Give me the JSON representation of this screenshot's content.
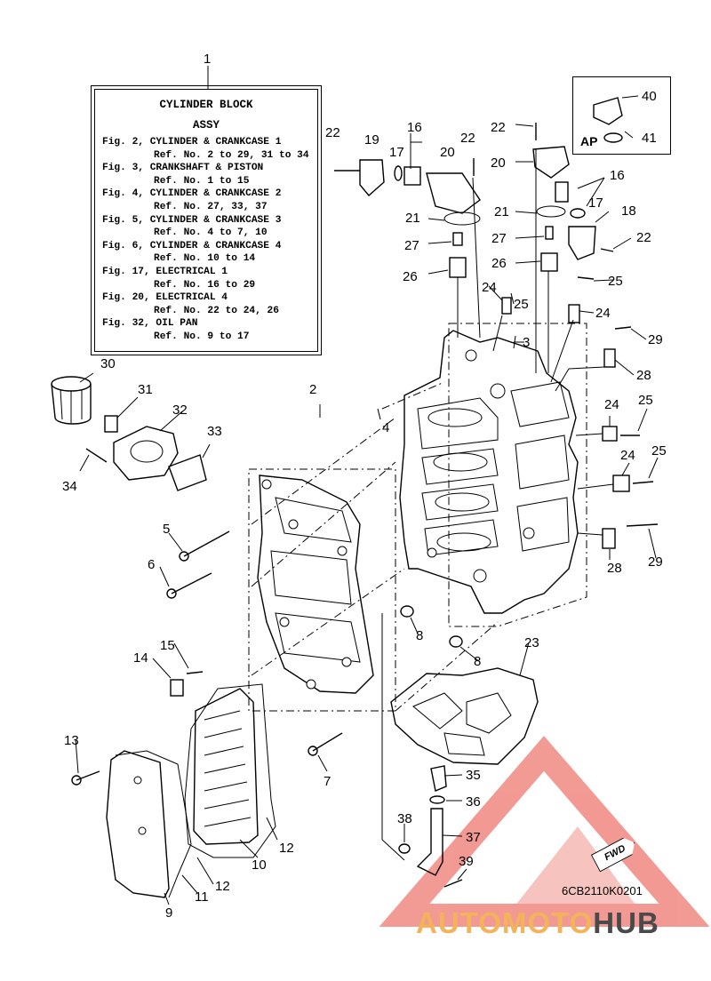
{
  "spec_box": {
    "title_line1": "CYLINDER BLOCK",
    "title_line2": "ASSY",
    "entries": [
      {
        "fig": "Fig. 2, CYLINDER & CRANKCASE 1",
        "ref": "Ref. No. 2 to 29, 31 to 34"
      },
      {
        "fig": "Fig. 3, CRANKSHAFT & PISTON",
        "ref": "Ref. No. 1 to 15"
      },
      {
        "fig": "Fig. 4, CYLINDER & CRANKCASE 2",
        "ref": "Ref. No. 27, 33, 37"
      },
      {
        "fig": "Fig. 5, CYLINDER & CRANKCASE 3",
        "ref": "Ref. No. 4 to 7, 10"
      },
      {
        "fig": "Fig. 6, CYLINDER & CRANKCASE 4",
        "ref": "Ref. No. 10 to 14"
      },
      {
        "fig": "Fig. 17, ELECTRICAL 1",
        "ref": "Ref. No. 16 to 29"
      },
      {
        "fig": "Fig. 20, ELECTRICAL 4",
        "ref": "Ref. No. 22 to 24, 26"
      },
      {
        "fig": "Fig. 32, OIL PAN",
        "ref": "Ref. No. 9 to 17"
      }
    ]
  },
  "ap_label": "AP",
  "fwd_label": "FWD",
  "diagram_code": "6CB2110K0201",
  "watermark": {
    "part1": "AUTOMOTO",
    "part2": "HUB"
  },
  "watermark_colors": {
    "triangle": "#e8473c",
    "text_accent": "#f3b35a",
    "text_dark": "#4a4a4a"
  },
  "callouts": {
    "c1": "1",
    "c2": "2",
    "c3": "3",
    "c4": "4",
    "c5": "5",
    "c6": "6",
    "c7": "7",
    "c8a": "8",
    "c8b": "8",
    "c9": "9",
    "c10": "10",
    "c11": "11",
    "c12a": "12",
    "c12b": "12",
    "c13": "13",
    "c14": "14",
    "c15": "15",
    "c16a": "16",
    "c16b": "16",
    "c17a": "17",
    "c17b": "17",
    "c18": "18",
    "c19": "19",
    "c20a": "20",
    "c20b": "20",
    "c21a": "21",
    "c21b": "21",
    "c22a": "22",
    "c22b": "22",
    "c22c": "22",
    "c22d": "22",
    "c23": "23",
    "c24a": "24",
    "c24b": "24",
    "c24c": "24",
    "c24d": "24",
    "c25a": "25",
    "c25b": "25",
    "c25c": "25",
    "c25d": "25",
    "c26a": "26",
    "c26b": "26",
    "c27a": "27",
    "c27b": "27",
    "c28a": "28",
    "c28b": "28",
    "c29a": "29",
    "c29b": "29",
    "c30": "30",
    "c31": "31",
    "c32": "32",
    "c33": "33",
    "c34": "34",
    "c35": "35",
    "c36": "36",
    "c37": "37",
    "c38": "38",
    "c39": "39",
    "c40": "40",
    "c41": "41"
  }
}
